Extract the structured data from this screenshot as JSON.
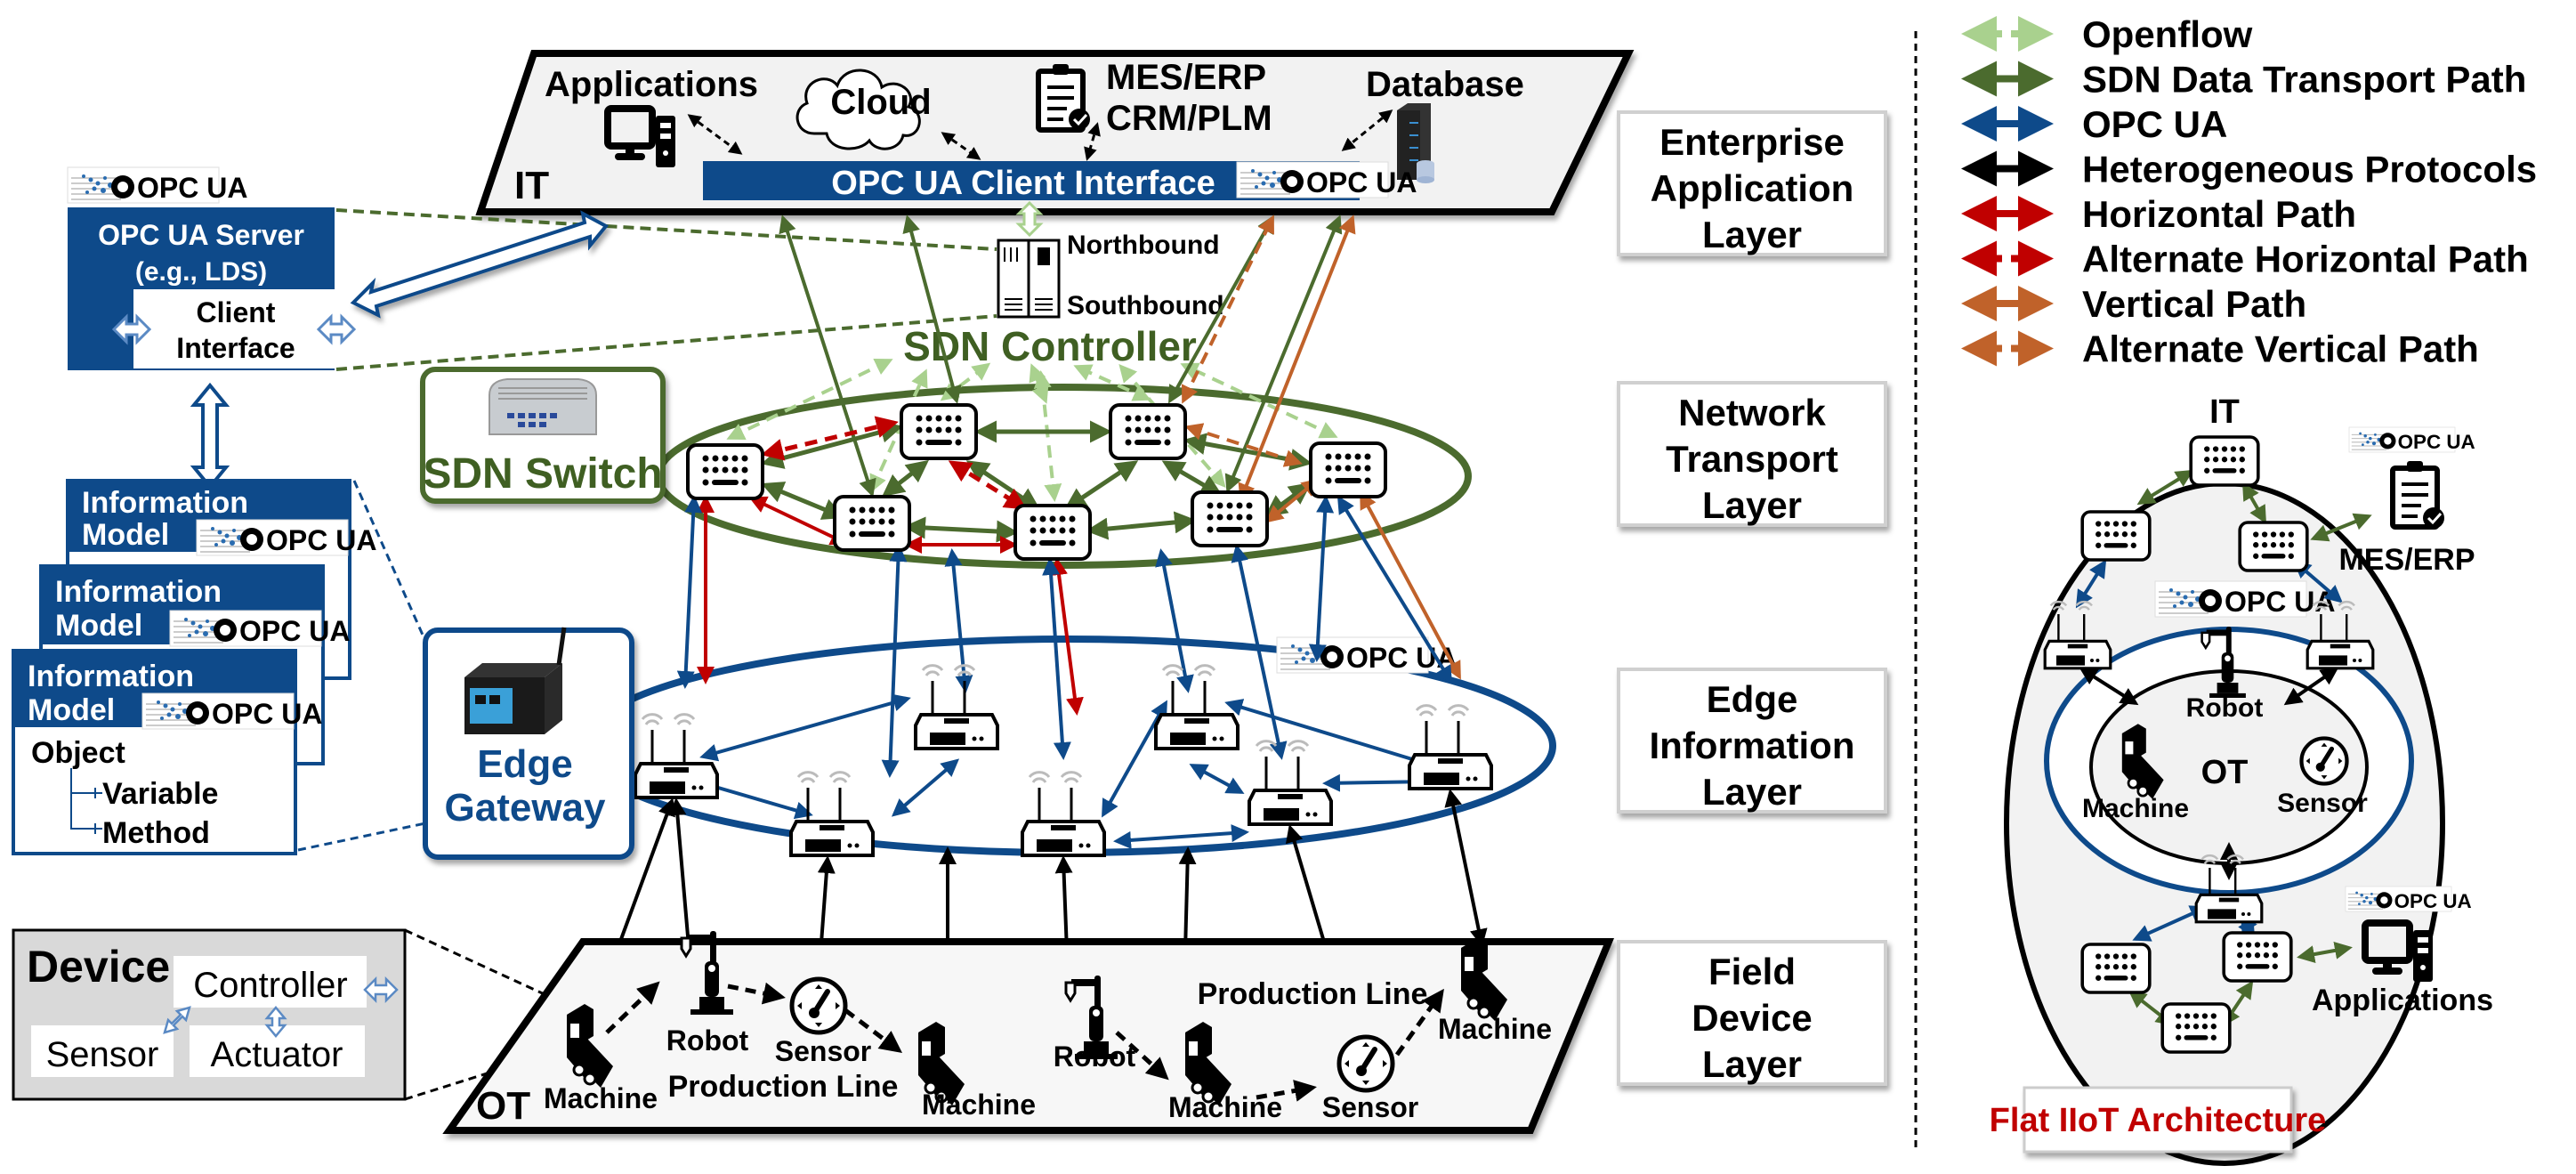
{
  "colors": {
    "openflow": "#a9d18e",
    "sdn_data": "#4b6b2e",
    "opcua": "#0e4a8a",
    "hetero": "#000000",
    "horizontal": "#c00000",
    "vertical": "#c0622a",
    "layer_fill": "#f2f2f2",
    "device_fill": "#d9d9d9"
  },
  "legend": {
    "items": [
      {
        "label": "Openflow",
        "color": "#a9d18e",
        "dashed": true
      },
      {
        "label": "SDN Data Transport Path",
        "color": "#4b6b2e",
        "dashed": false
      },
      {
        "label": "OPC UA",
        "color": "#0e4a8a",
        "dashed": false
      },
      {
        "label": "Heterogeneous Protocols",
        "color": "#000000",
        "dashed": false
      },
      {
        "label": "Horizontal Path",
        "color": "#c00000",
        "dashed": false
      },
      {
        "label": "Alternate Horizontal Path",
        "color": "#c00000",
        "dashed": true
      },
      {
        "label": "Vertical Path",
        "color": "#c0622a",
        "dashed": false
      },
      {
        "label": "Alternate Vertical Path",
        "color": "#c0622a",
        "dashed": true
      }
    ]
  },
  "layers": [
    {
      "label_lines": [
        "Enterprise",
        "Application",
        "Layer"
      ]
    },
    {
      "label_lines": [
        "Network",
        "Transport",
        "Layer"
      ]
    },
    {
      "label_lines": [
        "Edge",
        "Information",
        "Layer"
      ]
    },
    {
      "label_lines": [
        "Field",
        "Device",
        "Layer"
      ]
    }
  ],
  "it_layer": {
    "tag": "IT",
    "applications": "Applications",
    "cloud": "Cloud",
    "mes_line1": "MES/ERP",
    "mes_line2": "CRM/PLM",
    "database": "Database",
    "client_interface": "OPC UA Client Interface"
  },
  "logo": {
    "text": "OPC UA"
  },
  "sdn": {
    "controller": "SDN Controller",
    "northbound": "Northbound",
    "southbound": "Southbound",
    "switch_label": "SDN Switch"
  },
  "edge": {
    "gateway_line1": "Edge",
    "gateway_line2": "Gateway"
  },
  "server": {
    "title": "OPC UA Server",
    "subtitle": "(e.g., LDS)",
    "client_line1": "Client",
    "client_line2": "Interface"
  },
  "info_models": {
    "title_line1": "Information",
    "title_line2": "Model",
    "object": "Object",
    "variable": "Variable",
    "method": "Method"
  },
  "device": {
    "title": "Device",
    "controller": "Controller",
    "sensor": "Sensor",
    "actuator": "Actuator"
  },
  "ot_layer": {
    "tag": "OT",
    "items": [
      {
        "type": "machine",
        "label": "Machine"
      },
      {
        "type": "robot",
        "label": "Robot"
      },
      {
        "type": "sensor",
        "label": "Sensor"
      },
      {
        "type": "machine",
        "label": "Machine"
      },
      {
        "type": "robot",
        "label": "Robot"
      },
      {
        "type": "machine",
        "label": "Machine"
      },
      {
        "type": "sensor",
        "label": "Sensor"
      },
      {
        "type": "machine",
        "label": "Machine"
      }
    ],
    "production_line_1": "Production Line",
    "production_line_2": "Production Line"
  },
  "flat": {
    "it": "IT",
    "ot": "OT",
    "robot": "Robot",
    "machine": "Machine",
    "sensor": "Sensor",
    "mes": "MES/ERP",
    "applications": "Applications",
    "caption": "Flat IIoT Architecture"
  }
}
